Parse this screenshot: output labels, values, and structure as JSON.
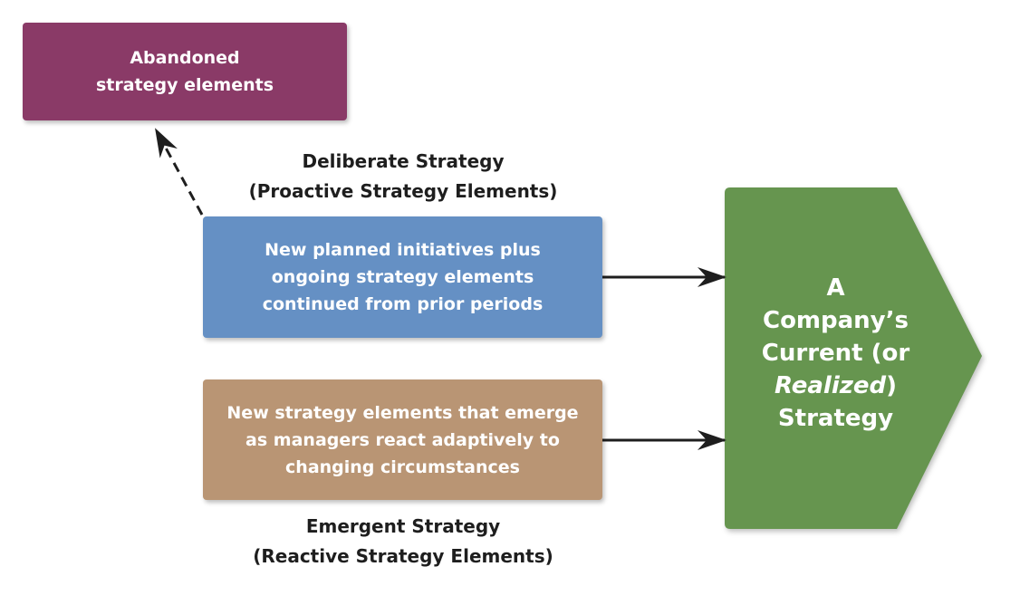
{
  "colors": {
    "abandoned": "#8a3a67",
    "deliberate": "#6590c4",
    "emergent": "#b99574",
    "realized": "#66954f",
    "arrow": "#1e1e1e"
  },
  "abandoned": {
    "lines": [
      "Abandoned",
      "strategy elements"
    ]
  },
  "deliberate": {
    "caption": [
      "Deliberate Strategy",
      "(Proactive Strategy Elements)"
    ],
    "lines": [
      "New planned initiatives plus",
      "ongoing strategy elements",
      "continued from prior periods"
    ]
  },
  "emergent": {
    "caption": [
      "Emergent Strategy",
      "(Reactive Strategy Elements)"
    ],
    "lines": [
      "New strategy elements that emerge",
      "as managers react adaptively to",
      "changing circumstances"
    ]
  },
  "realized": {
    "line1": "A",
    "line2": "Company’s",
    "line3": "Current (or",
    "line4_italic": "Realized",
    "line4_rest": ")",
    "line5": "Strategy"
  }
}
